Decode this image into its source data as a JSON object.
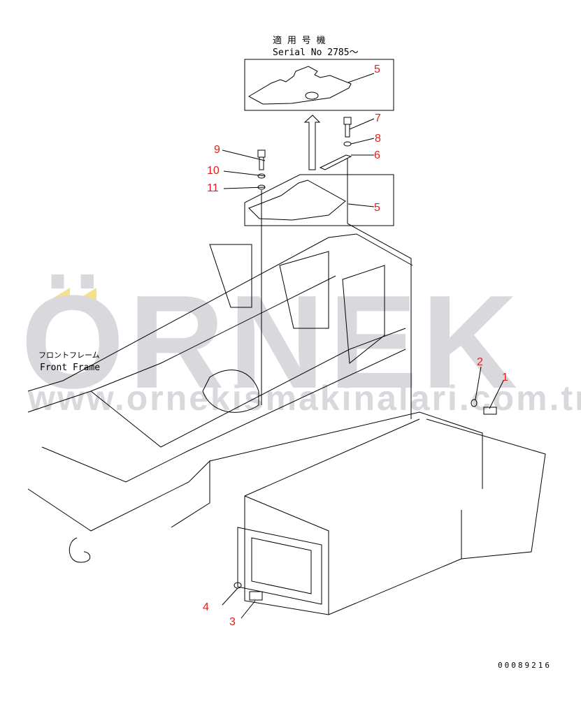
{
  "watermark": {
    "logo": "ÖRNEK",
    "url": "www.ornekismakinalari.com.tr",
    "color": "#d8d8dd",
    "accent": "#f6e08a"
  },
  "header": {
    "applicable_jp": "適 用 号 機",
    "serial": "Serial No 2785～"
  },
  "frame_label": {
    "jp": "フロントフレーム",
    "en": "Front Frame"
  },
  "callouts": [
    "1",
    "2",
    "3",
    "4",
    "5",
    "5",
    "6",
    "7",
    "8",
    "9",
    "10",
    "11"
  ],
  "callout_color": "#e0201c",
  "drawing_code": "00089216"
}
